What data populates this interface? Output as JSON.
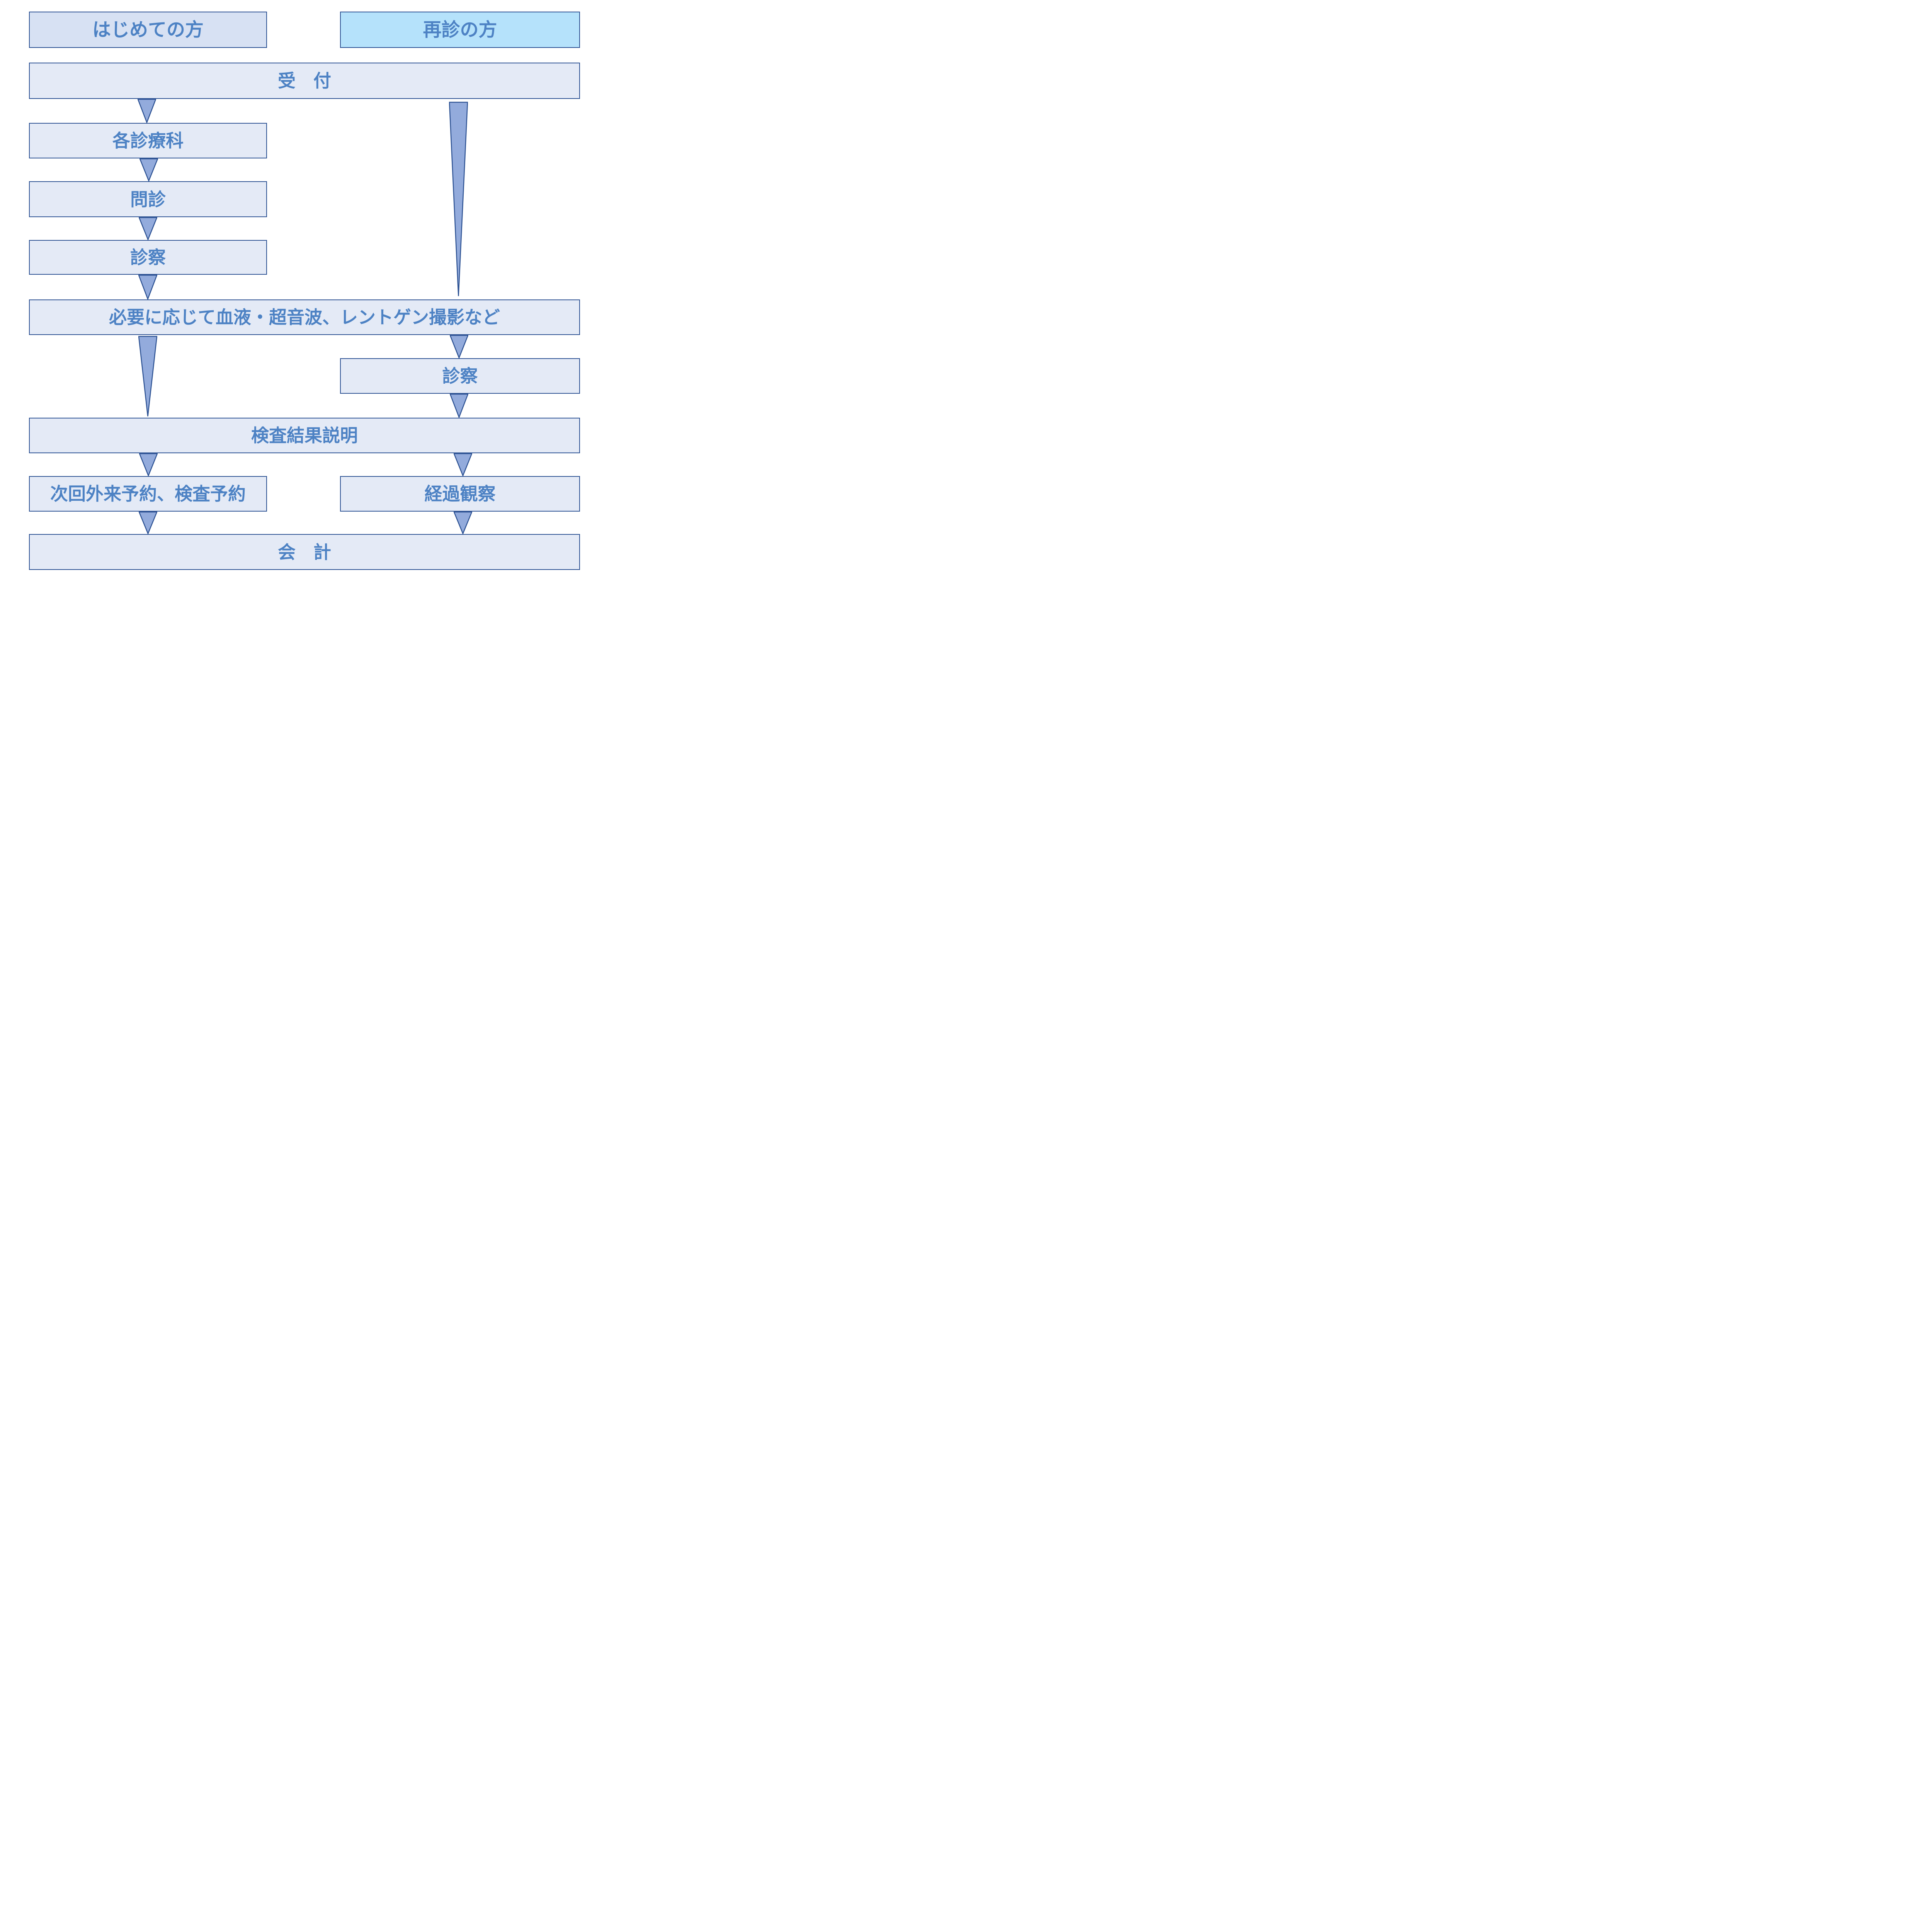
{
  "headers": {
    "first_visit": {
      "label": "はじめての方"
    },
    "revisit": {
      "label": "再診の方"
    }
  },
  "flow": {
    "reception": "受　付",
    "departments": "各診療科",
    "interview": "問診",
    "examination_first": "診察",
    "tests_as_needed": "必要に応じて血液・超音波、レントゲン撮影など",
    "examination_revisit": "診察",
    "test_results": "検査結果説明",
    "next_appointments": "次回外来予約、検査予約",
    "follow_up": "経過観察",
    "checkout": "会　計"
  },
  "colors": {
    "page_bg": "#ffffff",
    "box_fill": "#e4eaf6",
    "box_border": "#2e5394",
    "header_first_fill": "#d7e1f3",
    "header_revisit_fill": "#b5e2fb",
    "text": "#4d82c4",
    "arrow_fill": "#93abdc",
    "arrow_border": "#2e5394"
  }
}
